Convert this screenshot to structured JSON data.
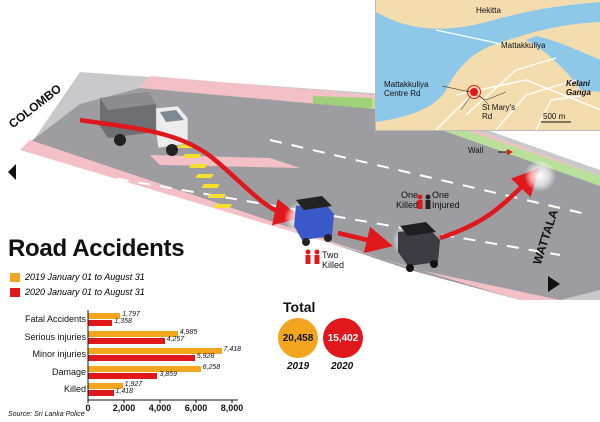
{
  "scene": {
    "colombo_label": "COLOMBO",
    "wattala_label": "WATTALA",
    "wall_label": "Wall",
    "one_killed": "One Killed",
    "one_injured": "One Injured",
    "two_killed": "Two Killed",
    "colors": {
      "road": "#9d9da1",
      "sidewalk": "#f3c1c5",
      "wall": "#9fd07a",
      "path": "#e0171b",
      "crossing": "#f4e02d"
    }
  },
  "map": {
    "labels": {
      "hekitta": "Hekitta",
      "mattakkuliya": "Mattakkuliya",
      "centre_rd": "Mattakkuliya Centre Rd",
      "st_marys": "St Mary's Rd",
      "river": "Kelani Ganga",
      "scale": "500 m"
    },
    "colors": {
      "land": "#f3ddae",
      "water": "#8ec8e8",
      "roads": "#ffffff"
    }
  },
  "chart": {
    "title": "Road Accidents",
    "legend": [
      {
        "label": "2019 January 01 to August 31",
        "color": "#f2a51d"
      },
      {
        "label": "2020 January 01 to August 31",
        "color": "#e0171b"
      }
    ],
    "source": "Source: Sri Lanka Police",
    "ticks": [
      "0",
      "2,000",
      "4,000",
      "6,000",
      "8,000"
    ]
  },
  "chart_data": {
    "type": "bar",
    "orientation": "horizontal",
    "title": "Road Accidents",
    "categories": [
      "Fatal Accidents",
      "Serious injuries",
      "Minor injuries",
      "Damage",
      "Killed"
    ],
    "series": [
      {
        "name": "2019 January 01 to August 31",
        "values": [
          1797,
          4985,
          7418,
          6258,
          1927
        ],
        "labels": [
          "1,797",
          "4,985",
          "7,418",
          "6,258",
          "1,927"
        ],
        "color": "#f2a51d"
      },
      {
        "name": "2020 January 01 to August 31",
        "values": [
          1358,
          4257,
          5928,
          3859,
          1418
        ],
        "labels": [
          "1,358",
          "4,257",
          "5,928",
          "3,859",
          "1,418"
        ],
        "color": "#e0171b"
      }
    ],
    "xlim": [
      0,
      8000
    ],
    "xticks": [
      0,
      2000,
      4000,
      6000,
      8000
    ],
    "legend_position": "top-left"
  },
  "totals": {
    "title": "Total",
    "items": [
      {
        "value": "20,458",
        "year": "2019",
        "color": "#f2a51d",
        "text_color": "#111111"
      },
      {
        "value": "15,402",
        "year": "2020",
        "color": "#e0171b",
        "text_color": "#ffffff"
      }
    ]
  }
}
